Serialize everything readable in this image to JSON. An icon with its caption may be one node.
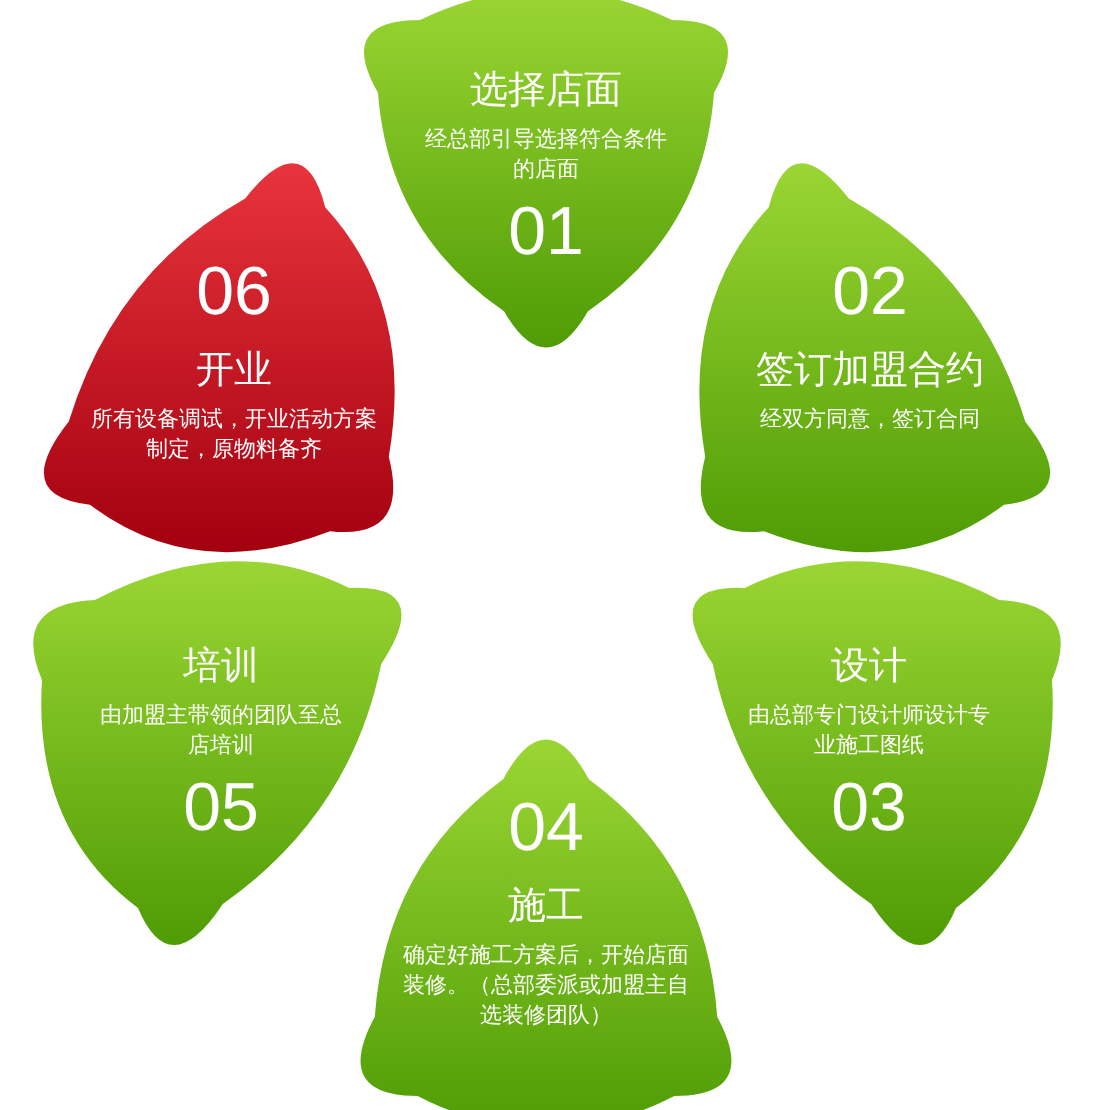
{
  "diagram": {
    "nodes": [
      {
        "text": [
          "选择店面",
          "经总部引导选择符合条件的店面",
          "01"
        ]
      },
      {
        "text": [
          "02",
          "签订加盟合约",
          "经双方同意，签订合同"
        ]
      },
      {
        "text": [
          "设计",
          "由总部专门设计师设计专业施工图纸",
          "03"
        ]
      },
      {
        "text": [
          "04",
          "施工",
          "确定好施工方案后，开始店面装修。（总部委派或加盟主自选装修团队）"
        ]
      },
      {
        "text": [
          "培训",
          "由加盟主带领的团队至总店培训",
          "05"
        ]
      },
      {
        "text": [
          "06",
          "开业",
          "所有设备调试，开业活动方案制定，原物料备齐"
        ]
      }
    ]
  }
}
